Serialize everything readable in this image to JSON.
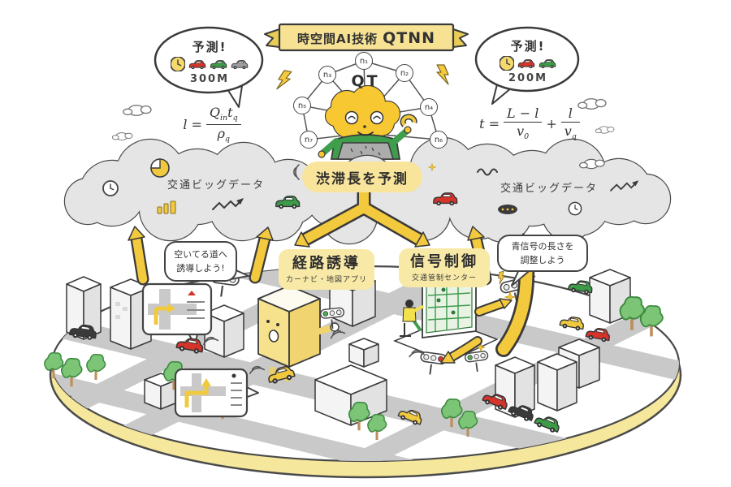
{
  "banner": {
    "title_jp": "時空間AI技術",
    "title_en": "QTNN"
  },
  "prediction_bubbles": {
    "left": {
      "label": "予測!",
      "distance": "300M"
    },
    "right": {
      "label": "予測!",
      "distance": "200M"
    }
  },
  "formulas": {
    "left": {
      "lhs": "l",
      "eq": "=",
      "num_a": "Q",
      "num_a_sub": "in",
      "num_b": "t",
      "num_b_sub": "q",
      "den": "ρ",
      "den_sub": "q"
    },
    "right": {
      "lhs": "t",
      "eq": "=",
      "f1_num_a": "L",
      "f1_minus": "−",
      "f1_num_b": "l",
      "f1_den": "v",
      "f1_den_sub": "0",
      "plus": "+",
      "f2_num": "l",
      "f2_den": "v",
      "f2_den_sub": "q"
    }
  },
  "network": {
    "character_label": "QT",
    "nodes": [
      "n₁",
      "n₂",
      "n₃",
      "n₄",
      "n₅",
      "n₆",
      "n₇"
    ]
  },
  "big_data_cloud": {
    "left_label": "交通ビッグデータ",
    "right_label": "交通ビッグデータ"
  },
  "prediction_box": {
    "label": "渋滞長を予測"
  },
  "actions": {
    "route_guidance": {
      "title": "経路誘導",
      "subtitle": "カーナビ・地図アプリ",
      "callout_line1": "空いてる道へ",
      "callout_line2": "誘導しよう!"
    },
    "signal_control": {
      "title": "信号制御",
      "subtitle": "交通管制センター",
      "callout_line1": "青信号の長さを",
      "callout_line2": "調整しよう"
    }
  },
  "colors": {
    "accent_yellow": "#F3C93E",
    "panel_yellow": "#F8E9A6",
    "banner_yellow": "#F7E193",
    "cloud_gray": "#E5E5E5",
    "road_gray": "#C9C9C9",
    "car_red": "#D6342A",
    "car_green": "#3C9B47",
    "car_yellow": "#F0C93F",
    "outline": "#3A3A3A"
  }
}
